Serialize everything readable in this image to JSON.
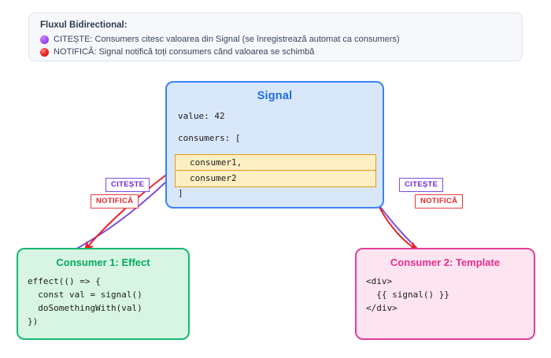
{
  "legend": {
    "title": "Fluxul Bidirectional:",
    "items": [
      {
        "marker": "purple-circle-icon",
        "text": "CITEȘTE: Consumers citesc valoarea din Signal (se înregistrează automat ca consumers)",
        "color": "#a855f7"
      },
      {
        "marker": "red-circle-icon",
        "text": "NOTIFICĂ: Signal notifică toți consumers când valoarea se schimbă",
        "color": "#ef2b2b"
      }
    ]
  },
  "signal": {
    "title": "Signal",
    "value_line": "value: 42",
    "consumers_line": "consumers: [",
    "consumers": [
      "consumer1,",
      "consumer2"
    ],
    "close_bracket": "]",
    "border_color": "#3b82f6",
    "fill_color": "#d9e7fb",
    "highlight_fill": "#fdeec3",
    "highlight_border": "#e59b1b"
  },
  "badges": {
    "left_read": "CITEȘTE",
    "left_notify": "NOTIFICĂ",
    "right_read": "CITEȘTE",
    "right_notify": "NOTIFICĂ",
    "read_color": "#6d28d9",
    "notify_color": "#e0262a"
  },
  "consumer1": {
    "title": "Consumer 1: Effect",
    "code": [
      "effect(() => {",
      "  const val = signal()",
      "  doSomethingWith(val)",
      "})"
    ],
    "border_color": "#16b970",
    "fill_color": "#d8f5e3",
    "title_color": "#05a95f"
  },
  "consumer2": {
    "title": "Consumer 2: Template",
    "code": [
      "<div>",
      "  {{ signal() }}",
      "</div>"
    ],
    "border_color": "#e0409a",
    "fill_color": "#fce4f0",
    "title_color": "#e6308f"
  },
  "arrows": {
    "read_color": "#7c4ddb",
    "notify_color": "#ea2222"
  }
}
